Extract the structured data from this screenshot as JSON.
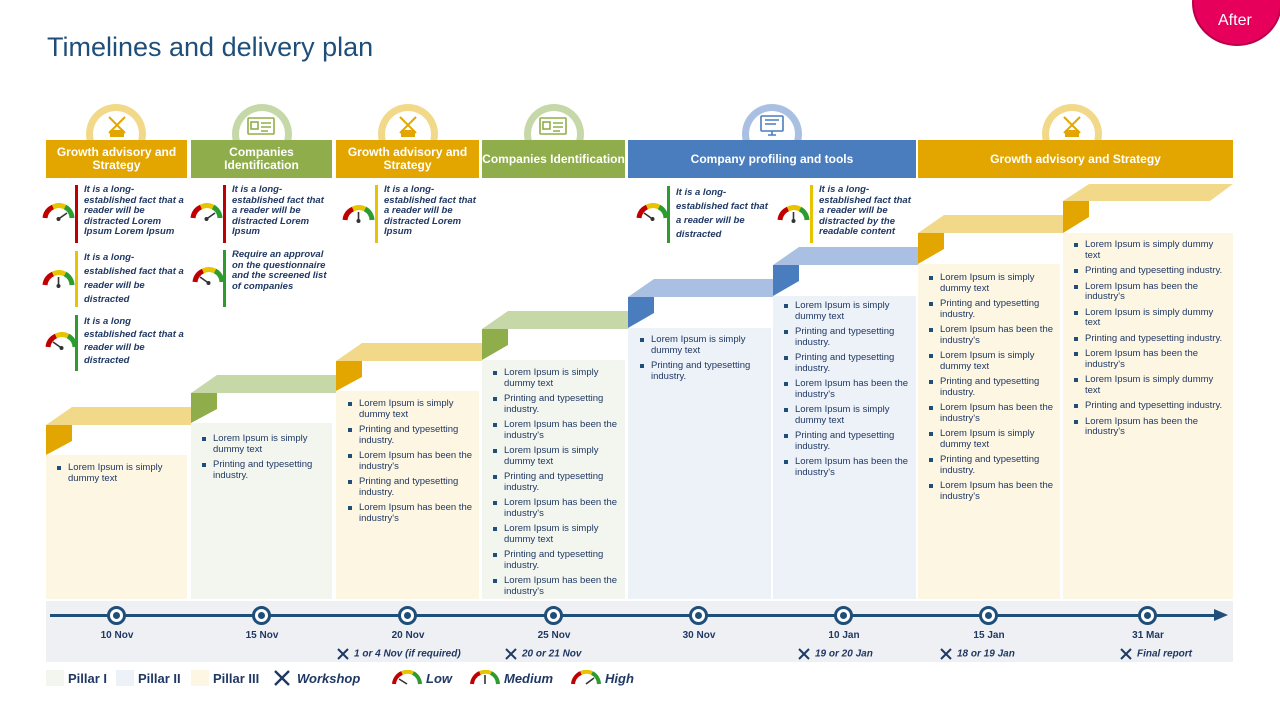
{
  "page": {
    "title": "Timelines and delivery plan",
    "badge": "After"
  },
  "colors": {
    "gold": "#e3a600",
    "green": "#8fad4a",
    "blue": "#4a7dbe",
    "gold_light": "#f2d98a",
    "green_light": "#c7d8a8",
    "blue_light": "#aac0e2",
    "pillar1": "#f3f6ee",
    "pillar2": "#edf1f8",
    "pillar3": "#fdf6e3"
  },
  "phases": [
    {
      "label": "Growth advisory and Strategy",
      "color": "gold",
      "icon": "workshop-tools-icon"
    },
    {
      "label": "Companies Identification",
      "color": "green",
      "icon": "company-card-icon"
    },
    {
      "label": "Growth advisory and Strategy",
      "color": "gold",
      "icon": "workshop-tools-icon"
    },
    {
      "label": "Companies Identification",
      "color": "green",
      "icon": "company-card-icon"
    },
    {
      "label": "Company profiling  and tools",
      "color": "blue",
      "icon": "monitor-profile-icon"
    },
    {
      "label": "Growth advisory and Strategy",
      "color": "gold",
      "icon": "workshop-tools-icon"
    }
  ],
  "notes": [
    {
      "text": "It is a long-established fact that a reader will be distracted Lorem Ipsum Lorem Ipsum",
      "level": "high"
    },
    {
      "text": "It is a long-established fact that a reader will be distracted",
      "level": "medium"
    },
    {
      "text": "It is a long established fact that a reader will be distracted",
      "level": "low"
    },
    {
      "text": "It is a long-established fact that a reader will be distracted Lorem Ipsum",
      "level": "high"
    },
    {
      "text": "Require an approval on the questionnaire and the screened list of companies",
      "level": "low"
    },
    {
      "text": "It is a long-established fact that a reader will be distracted Lorem Ipsum",
      "level": "medium"
    },
    {
      "text": "It is a long-established fact that a reader will be distracted",
      "level": "low"
    },
    {
      "text": "It is a long-established fact that a reader will be distracted by the readable content",
      "level": "medium"
    }
  ],
  "columns": [
    {
      "bullets": [
        "Lorem Ipsum is simply dummy text"
      ]
    },
    {
      "bullets": [
        "Lorem Ipsum is simply dummy text",
        "Printing and typesetting industry."
      ]
    },
    {
      "bullets": [
        "Lorem Ipsum is simply dummy text",
        "Printing and typesetting industry.",
        "Lorem Ipsum has been the industry's",
        "Printing and typesetting industry.",
        "Lorem Ipsum has been the industry's"
      ]
    },
    {
      "bullets": [
        "Lorem Ipsum is simply dummy text",
        "Printing and typesetting industry.",
        "Lorem Ipsum has been the industry's",
        "Lorem Ipsum is simply dummy text",
        "Printing and typesetting industry.",
        "Lorem Ipsum has been the industry's",
        "Lorem Ipsum is simply dummy text",
        "Printing and typesetting industry.",
        "Lorem Ipsum has been the industry's"
      ]
    },
    {
      "bullets": [
        "Lorem Ipsum is simply dummy text",
        "Printing and typesetting industry."
      ]
    },
    {
      "bullets": [
        "Lorem Ipsum is simply dummy text",
        "Printing and typesetting industry.",
        "Printing and typesetting industry.",
        "Lorem Ipsum has been the industry's",
        "Lorem Ipsum is simply dummy text",
        "Printing and typesetting industry.",
        "Lorem Ipsum has been the industry's"
      ]
    },
    {
      "bullets": [
        "Lorem Ipsum is simply dummy text",
        "Printing and typesetting industry.",
        "Lorem Ipsum has been the industry's",
        "Lorem Ipsum is simply dummy text",
        "Printing and typesetting industry.",
        "Lorem Ipsum has been the industry's",
        "Lorem Ipsum is simply dummy text",
        "Printing and typesetting industry.",
        "Lorem Ipsum has been the industry's"
      ]
    },
    {
      "bullets": [
        "Lorem Ipsum is simply dummy text",
        "Printing and typesetting industry.",
        "Lorem Ipsum has been the industry's",
        "Lorem Ipsum is simply dummy text",
        "Printing and typesetting industry.",
        "Lorem Ipsum has been the industry's",
        "Lorem Ipsum is simply dummy text",
        "Printing and typesetting industry.",
        "Lorem Ipsum has been the industry's"
      ]
    }
  ],
  "timeline": {
    "dates": [
      "10 Nov",
      "15 Nov",
      "20 Nov",
      "25 Nov",
      "30 Nov",
      "10 Jan",
      "15 Jan",
      "31 Mar"
    ],
    "workshops": [
      "1 or 4 Nov (if required)",
      "20 or 21 Nov",
      "19 or 20 Jan",
      "18 or 19 Jan",
      "Final report"
    ]
  },
  "legend": {
    "pillar1": "Pillar I",
    "pillar2": "Pillar II",
    "pillar3": "Pillar III",
    "workshop": "Workshop",
    "low": "Low",
    "medium": "Medium",
    "high": "High"
  }
}
